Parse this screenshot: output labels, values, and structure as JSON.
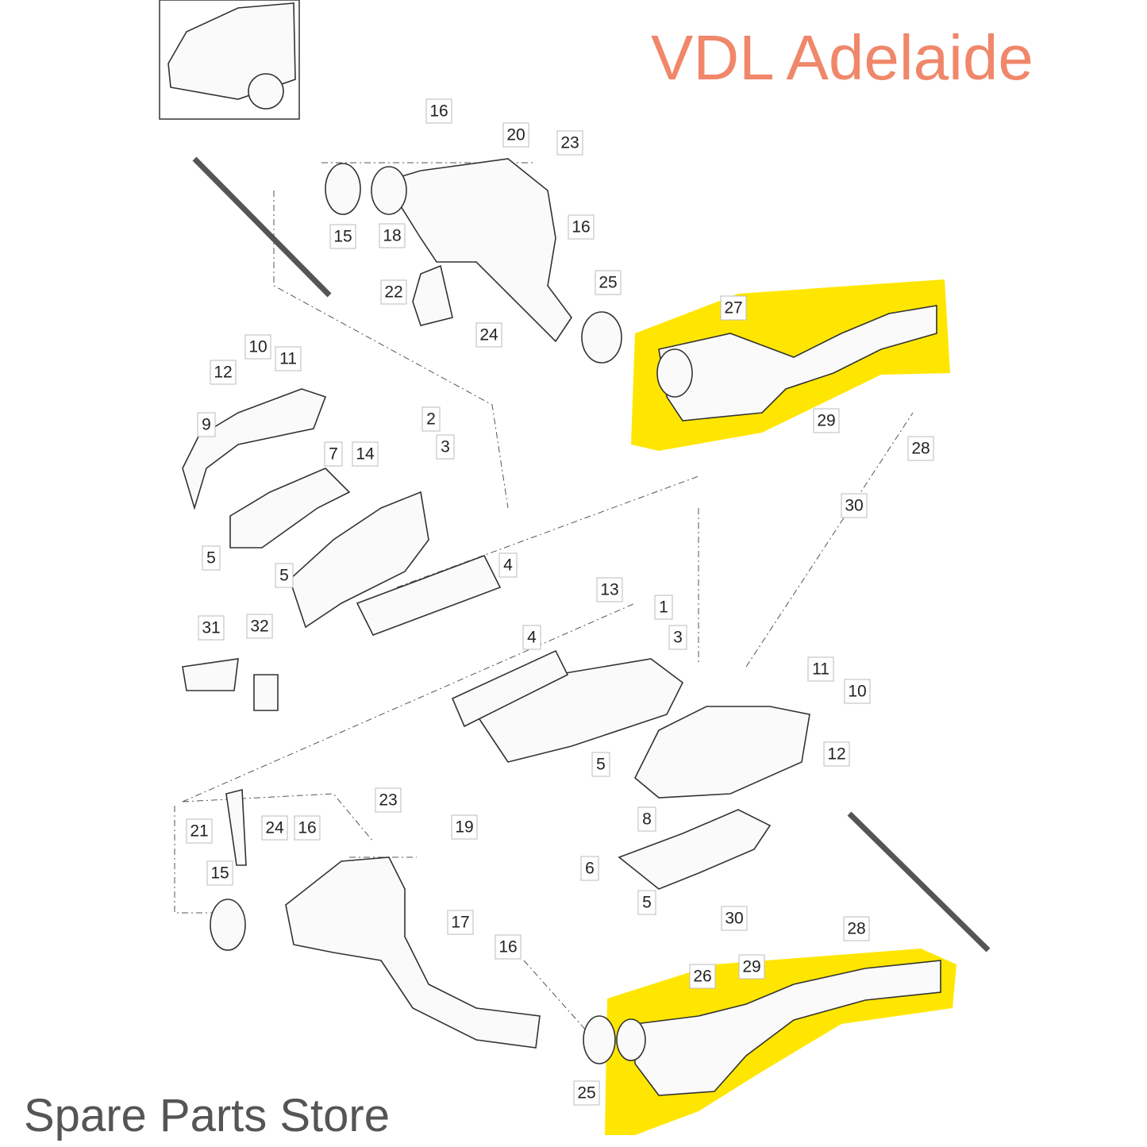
{
  "diagram": {
    "title": "Exhaust manifold and catalytic converter parts diagram",
    "callouts": [
      "16",
      "20",
      "23",
      "15",
      "18",
      "16",
      "22",
      "25",
      "27",
      "24",
      "10",
      "11",
      "12",
      "9",
      "2",
      "3",
      "14",
      "7",
      "29",
      "28",
      "30",
      "5",
      "5",
      "4",
      "13",
      "1",
      "3",
      "4",
      "31",
      "32",
      "11",
      "10",
      "12",
      "5",
      "8",
      "23",
      "19",
      "21",
      "24",
      "16",
      "15",
      "6",
      "5",
      "30",
      "28",
      "17",
      "16",
      "29",
      "26",
      "25"
    ],
    "highlighted_parts": [
      "27",
      "26"
    ],
    "highlight_color": "#ffe600"
  },
  "watermark": {
    "brand": "VDL Adelaide",
    "tagline": "Spare Parts Store",
    "brand_color": "#f0876a",
    "tagline_color": "#555555"
  }
}
